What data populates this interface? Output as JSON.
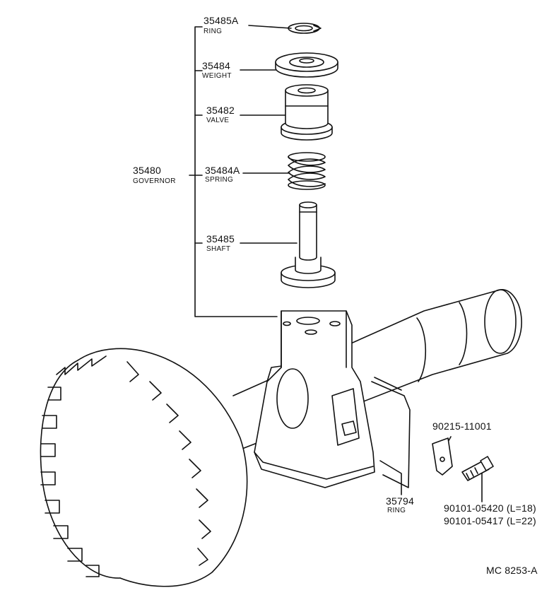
{
  "parts": {
    "ring_top": {
      "number": "35485A",
      "name": "RING"
    },
    "weight": {
      "number": "35484",
      "name": "WEIGHT"
    },
    "valve": {
      "number": "35482",
      "name": "VALVE"
    },
    "spring": {
      "number": "35484A",
      "name": "SPRING"
    },
    "shaft": {
      "number": "35485",
      "name": "SHAFT"
    },
    "governor": {
      "number": "35480",
      "name": "GOVERNOR"
    },
    "ring_side": {
      "number": "35794",
      "name": "RING"
    },
    "plate": {
      "number": "90215-11001"
    },
    "bolt_a": {
      "number": "90101-05420 (L=18)"
    },
    "bolt_b": {
      "number": "90101-05417 (L=22)"
    }
  },
  "drawing_code": "MC 8253-A"
}
